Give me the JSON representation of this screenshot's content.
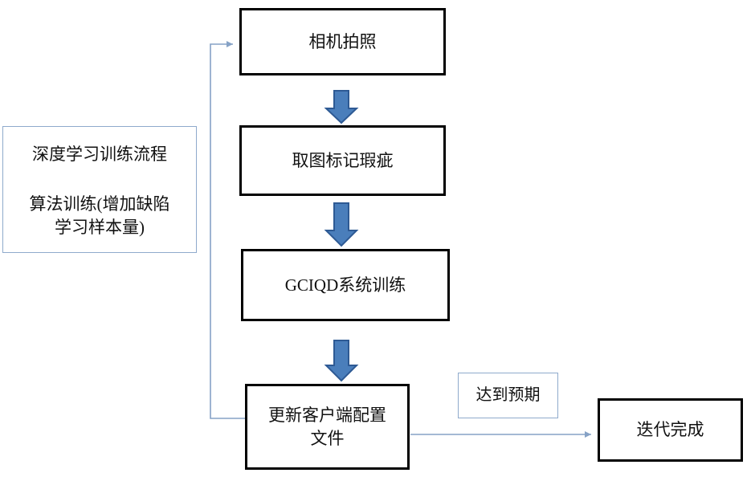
{
  "diagram": {
    "title": "deep-learning-training-flowchart",
    "nodes": {
      "camera": {
        "label": "相机拍照"
      },
      "mark": {
        "label": "取图标记瑕疵"
      },
      "train": {
        "label": "GCIQD系统训练"
      },
      "update": {
        "label": "更新客户端配置文件"
      },
      "expect": {
        "label": "达到预期"
      },
      "done": {
        "label": "迭代完成"
      },
      "left_note": {
        "line1": "深度学习训练流程",
        "line2": "算法训练(增加缺陷",
        "line3": "学习样本量)"
      }
    },
    "colors": {
      "block_arrow_fill": "#4a7ebb",
      "block_arrow_stroke": "#2e5a94",
      "connector_line": "#86a2c6",
      "box_border_black": "#000000",
      "box_border_blue": "#8faacc"
    }
  }
}
